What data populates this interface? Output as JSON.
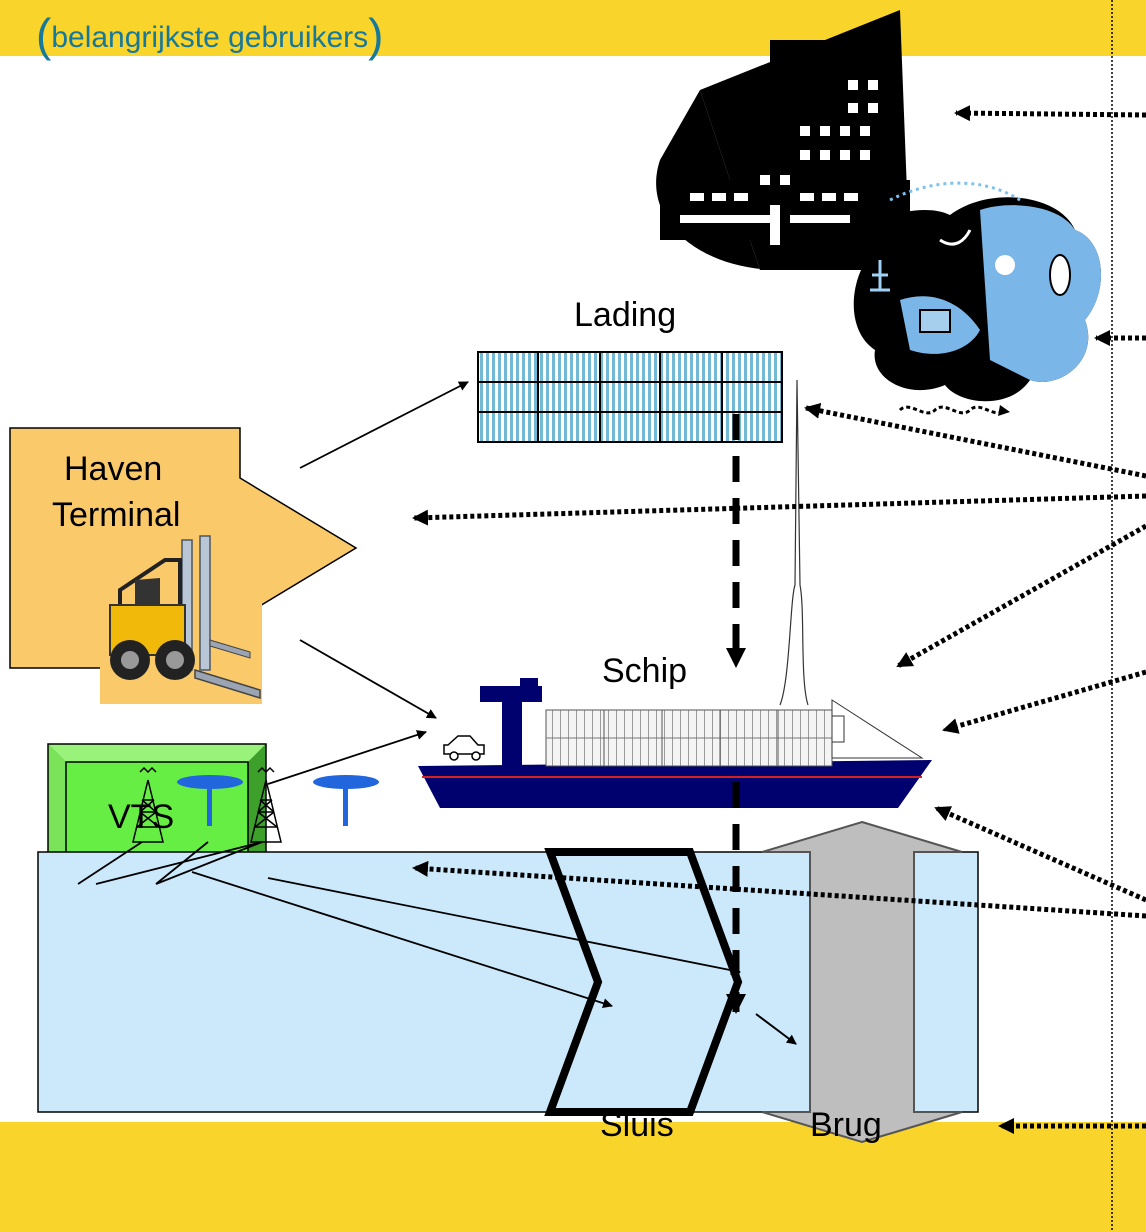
{
  "subtitle": {
    "open_paren": "(",
    "text": "belangrijkste gebruikers",
    "close_paren": ")"
  },
  "labels": {
    "lading": "Lading",
    "haven_line1": "Haven",
    "haven_line2": "Terminal",
    "schip": "Schip",
    "vts": "VTS",
    "sluis": "Sluis",
    "brug": "Brug"
  },
  "colors": {
    "band": "#f9d42a",
    "subtitle": "#16789a",
    "haven_box": "#fac96a",
    "vts_box": "#66ee44",
    "vts_bevel": "#339922",
    "waterway": "#cce9fb",
    "ship_hull": "#00006e",
    "ship_stripe": "#d42020",
    "container": "#72b9d6",
    "brug_arrow": "#bebebe",
    "radar": "#2266dd"
  },
  "icons": [
    "office-building-icon",
    "business-collage-icon",
    "forklift-icon",
    "radio-tower-icon",
    "radar-antenna-icon",
    "container-ship-icon",
    "cargo-container-icon"
  ]
}
